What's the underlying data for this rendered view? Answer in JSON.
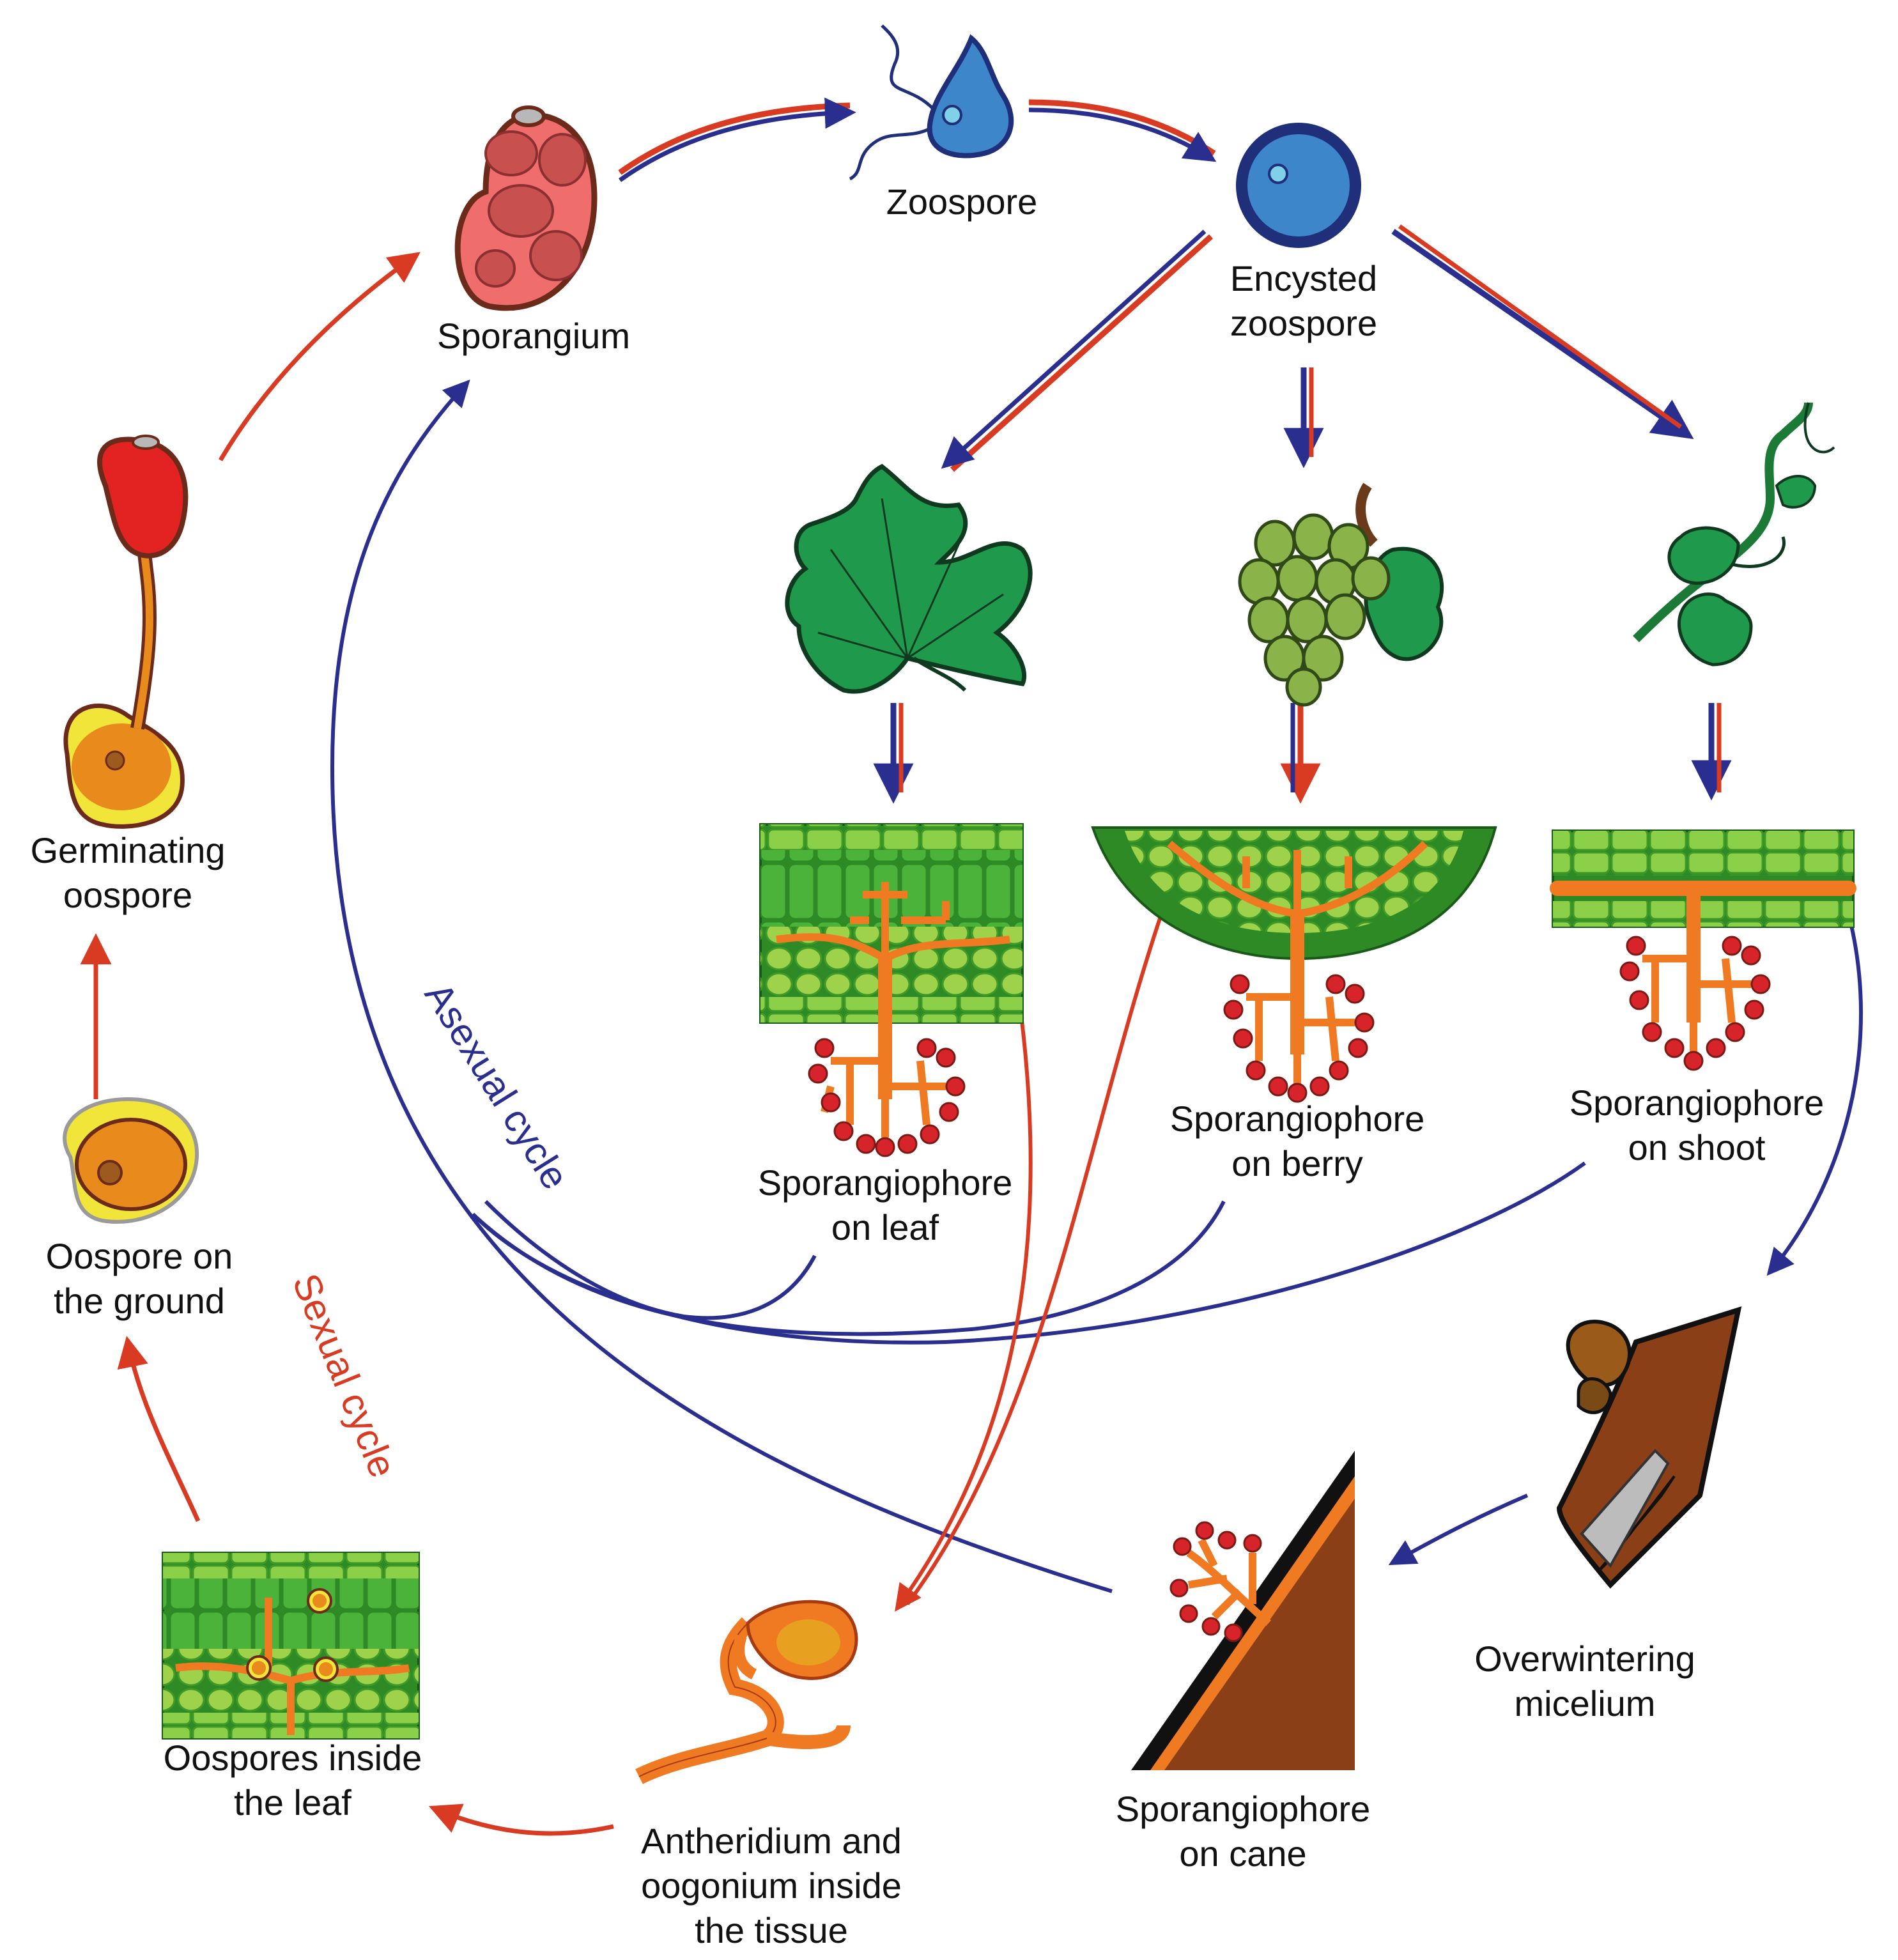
{
  "labels": {
    "zoospore": "Zoospore",
    "encysted_1": "Encysted",
    "encysted_2": "zoospore",
    "sporangium": "Sporangium",
    "germinating_1": "Germinating",
    "germinating_2": "oospore",
    "oospore_ground_1": "Oospore on",
    "oospore_ground_2": "the ground",
    "spg_leaf_1": "Sporangiophore",
    "spg_leaf_2": "on leaf",
    "spg_berry_1": "Sporangiophore",
    "spg_berry_2": "on berry",
    "spg_shoot_1": "Sporangiophore",
    "spg_shoot_2": "on shoot",
    "overwinter_1": "Overwintering",
    "overwinter_2": "micelium",
    "spg_cane_1": "Sporangiophore",
    "spg_cane_2": "on cane",
    "antheridium_1": "Antheridium and",
    "antheridium_2": "oogonium inside",
    "antheridium_3": "the tissue",
    "oospores_leaf_1": "Oospores inside",
    "oospores_leaf_2": "the leaf",
    "asexual_cycle": "Asexual cycle",
    "sexual_cycle": "Sexual cycle"
  },
  "colors": {
    "asexual": "#2a2f8f",
    "sexual": "#d93a22",
    "hyphae": "#f07a22",
    "sporangia": "#d7242a",
    "leaf_green": "#1f9a4c",
    "tissue_green": "#6fc43a",
    "cell_light": "#9ed24a",
    "zoospore_blue": "#3c86c9",
    "cane_brown": "#8b3f16"
  }
}
